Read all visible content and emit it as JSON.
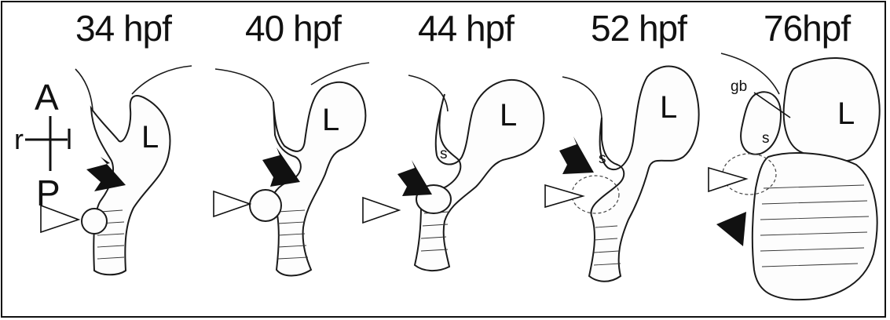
{
  "stages": [
    {
      "title": "34 hpf",
      "liver": "L"
    },
    {
      "title": "40 hpf",
      "liver": "L"
    },
    {
      "title": "44 hpf",
      "liver": "L",
      "swim": "s"
    },
    {
      "title": "52 hpf",
      "liver": "L",
      "swim": "s"
    },
    {
      "title": "76hpf",
      "liver": "L",
      "swim": "s",
      "gb": "gb"
    }
  ],
  "axis": {
    "anterior": "A",
    "posterior": "P",
    "right": "r",
    "left": "l"
  }
}
